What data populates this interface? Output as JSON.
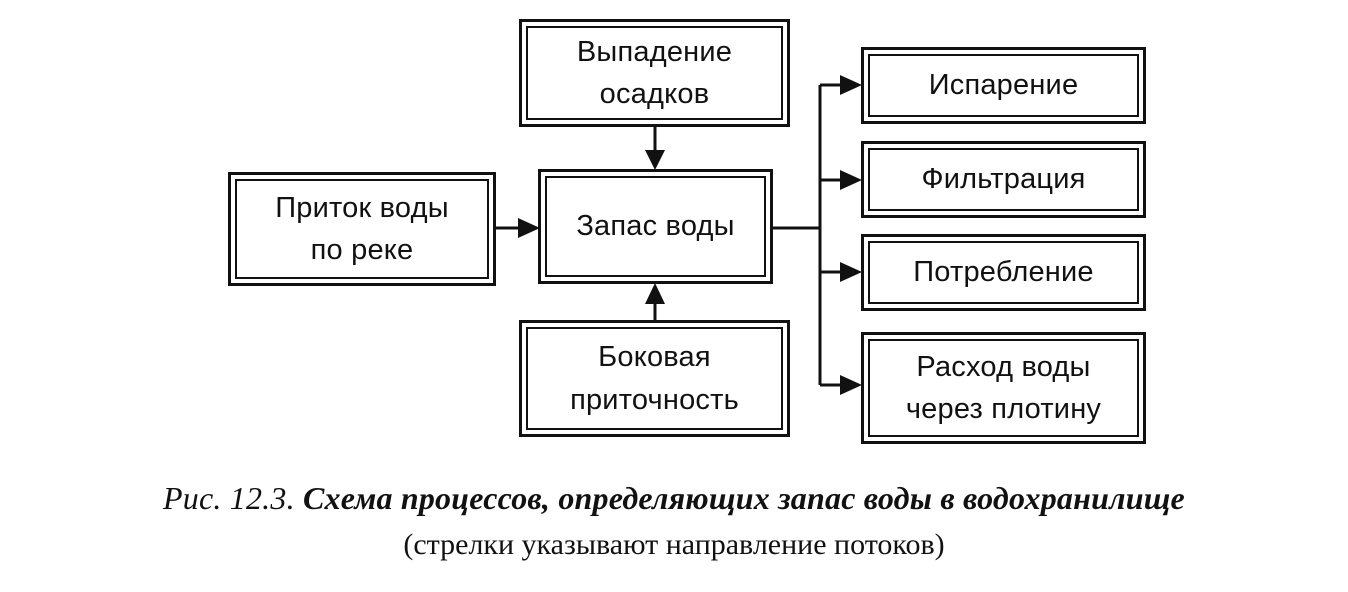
{
  "boxes": {
    "precipitation": {
      "line1": "Выпадение",
      "line2": "осадков"
    },
    "river_inflow": {
      "line1": "Приток воды",
      "line2": "по реке"
    },
    "water_storage": {
      "line1": "Запас воды"
    },
    "lateral_inflow": {
      "line1": "Боковая",
      "line2": "приточность"
    },
    "evaporation": {
      "line1": "Испарение"
    },
    "filtration": {
      "line1": "Фильтрация"
    },
    "consumption": {
      "line1": "Потребление"
    },
    "dam_discharge": {
      "line1": "Расход воды",
      "line2": "через плотину"
    }
  },
  "caption": {
    "figure_number": "Рис. 12.3.",
    "title": "Схема процессов, определяющих запас воды в водохранилище",
    "note": "(стрелки указывают направление потоков)"
  }
}
